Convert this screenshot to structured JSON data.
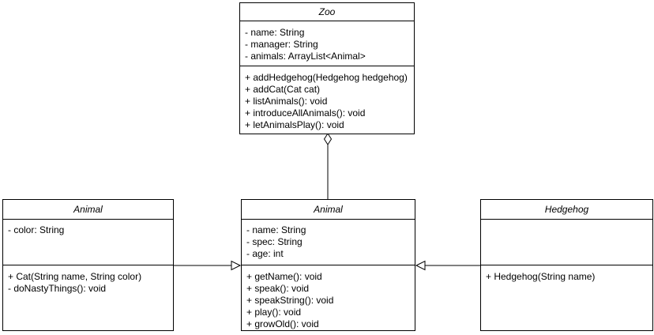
{
  "colors": {
    "line": "#000000",
    "shape_fill": "#ffffff",
    "text": "#000000"
  },
  "classes": {
    "zoo": {
      "title": "Zoo",
      "attributes": [
        "- name: String",
        "- manager: String",
        "- animals: ArrayList<Animal>"
      ],
      "methods": [
        "+ addHedgehog(Hedgehog hedgehog)",
        "+ addCat(Cat cat)",
        "+ listAnimals(): void",
        "+ introduceAllAnimals(): void",
        "+ letAnimalsPlay(): void"
      ]
    },
    "animal_left": {
      "title": "Animal",
      "attributes": [
        "- color: String"
      ],
      "methods": [
        "+ Cat(String name, String color)",
        "- doNastyThings(): void"
      ]
    },
    "animal_center": {
      "title": "Animal",
      "attributes": [
        "- name: String",
        "- spec: String",
        "- age: int"
      ],
      "methods": [
        "+ getName(): void",
        "+ speak(): void",
        "+ speakString(): void",
        "+ play(): void",
        "+ growOld(): void"
      ]
    },
    "hedgehog": {
      "title": "Hedgehog",
      "attributes": [],
      "methods": [
        "+ Hedgehog(String name)"
      ]
    }
  },
  "relationships": [
    {
      "type": "aggregation",
      "source": "animal_center",
      "target": "zoo",
      "marker": "open-diamond"
    },
    {
      "type": "generalization",
      "source": "animal_left",
      "target": "animal_center",
      "marker": "open-triangle"
    },
    {
      "type": "generalization",
      "source": "hedgehog",
      "target": "animal_center",
      "marker": "open-triangle"
    }
  ]
}
